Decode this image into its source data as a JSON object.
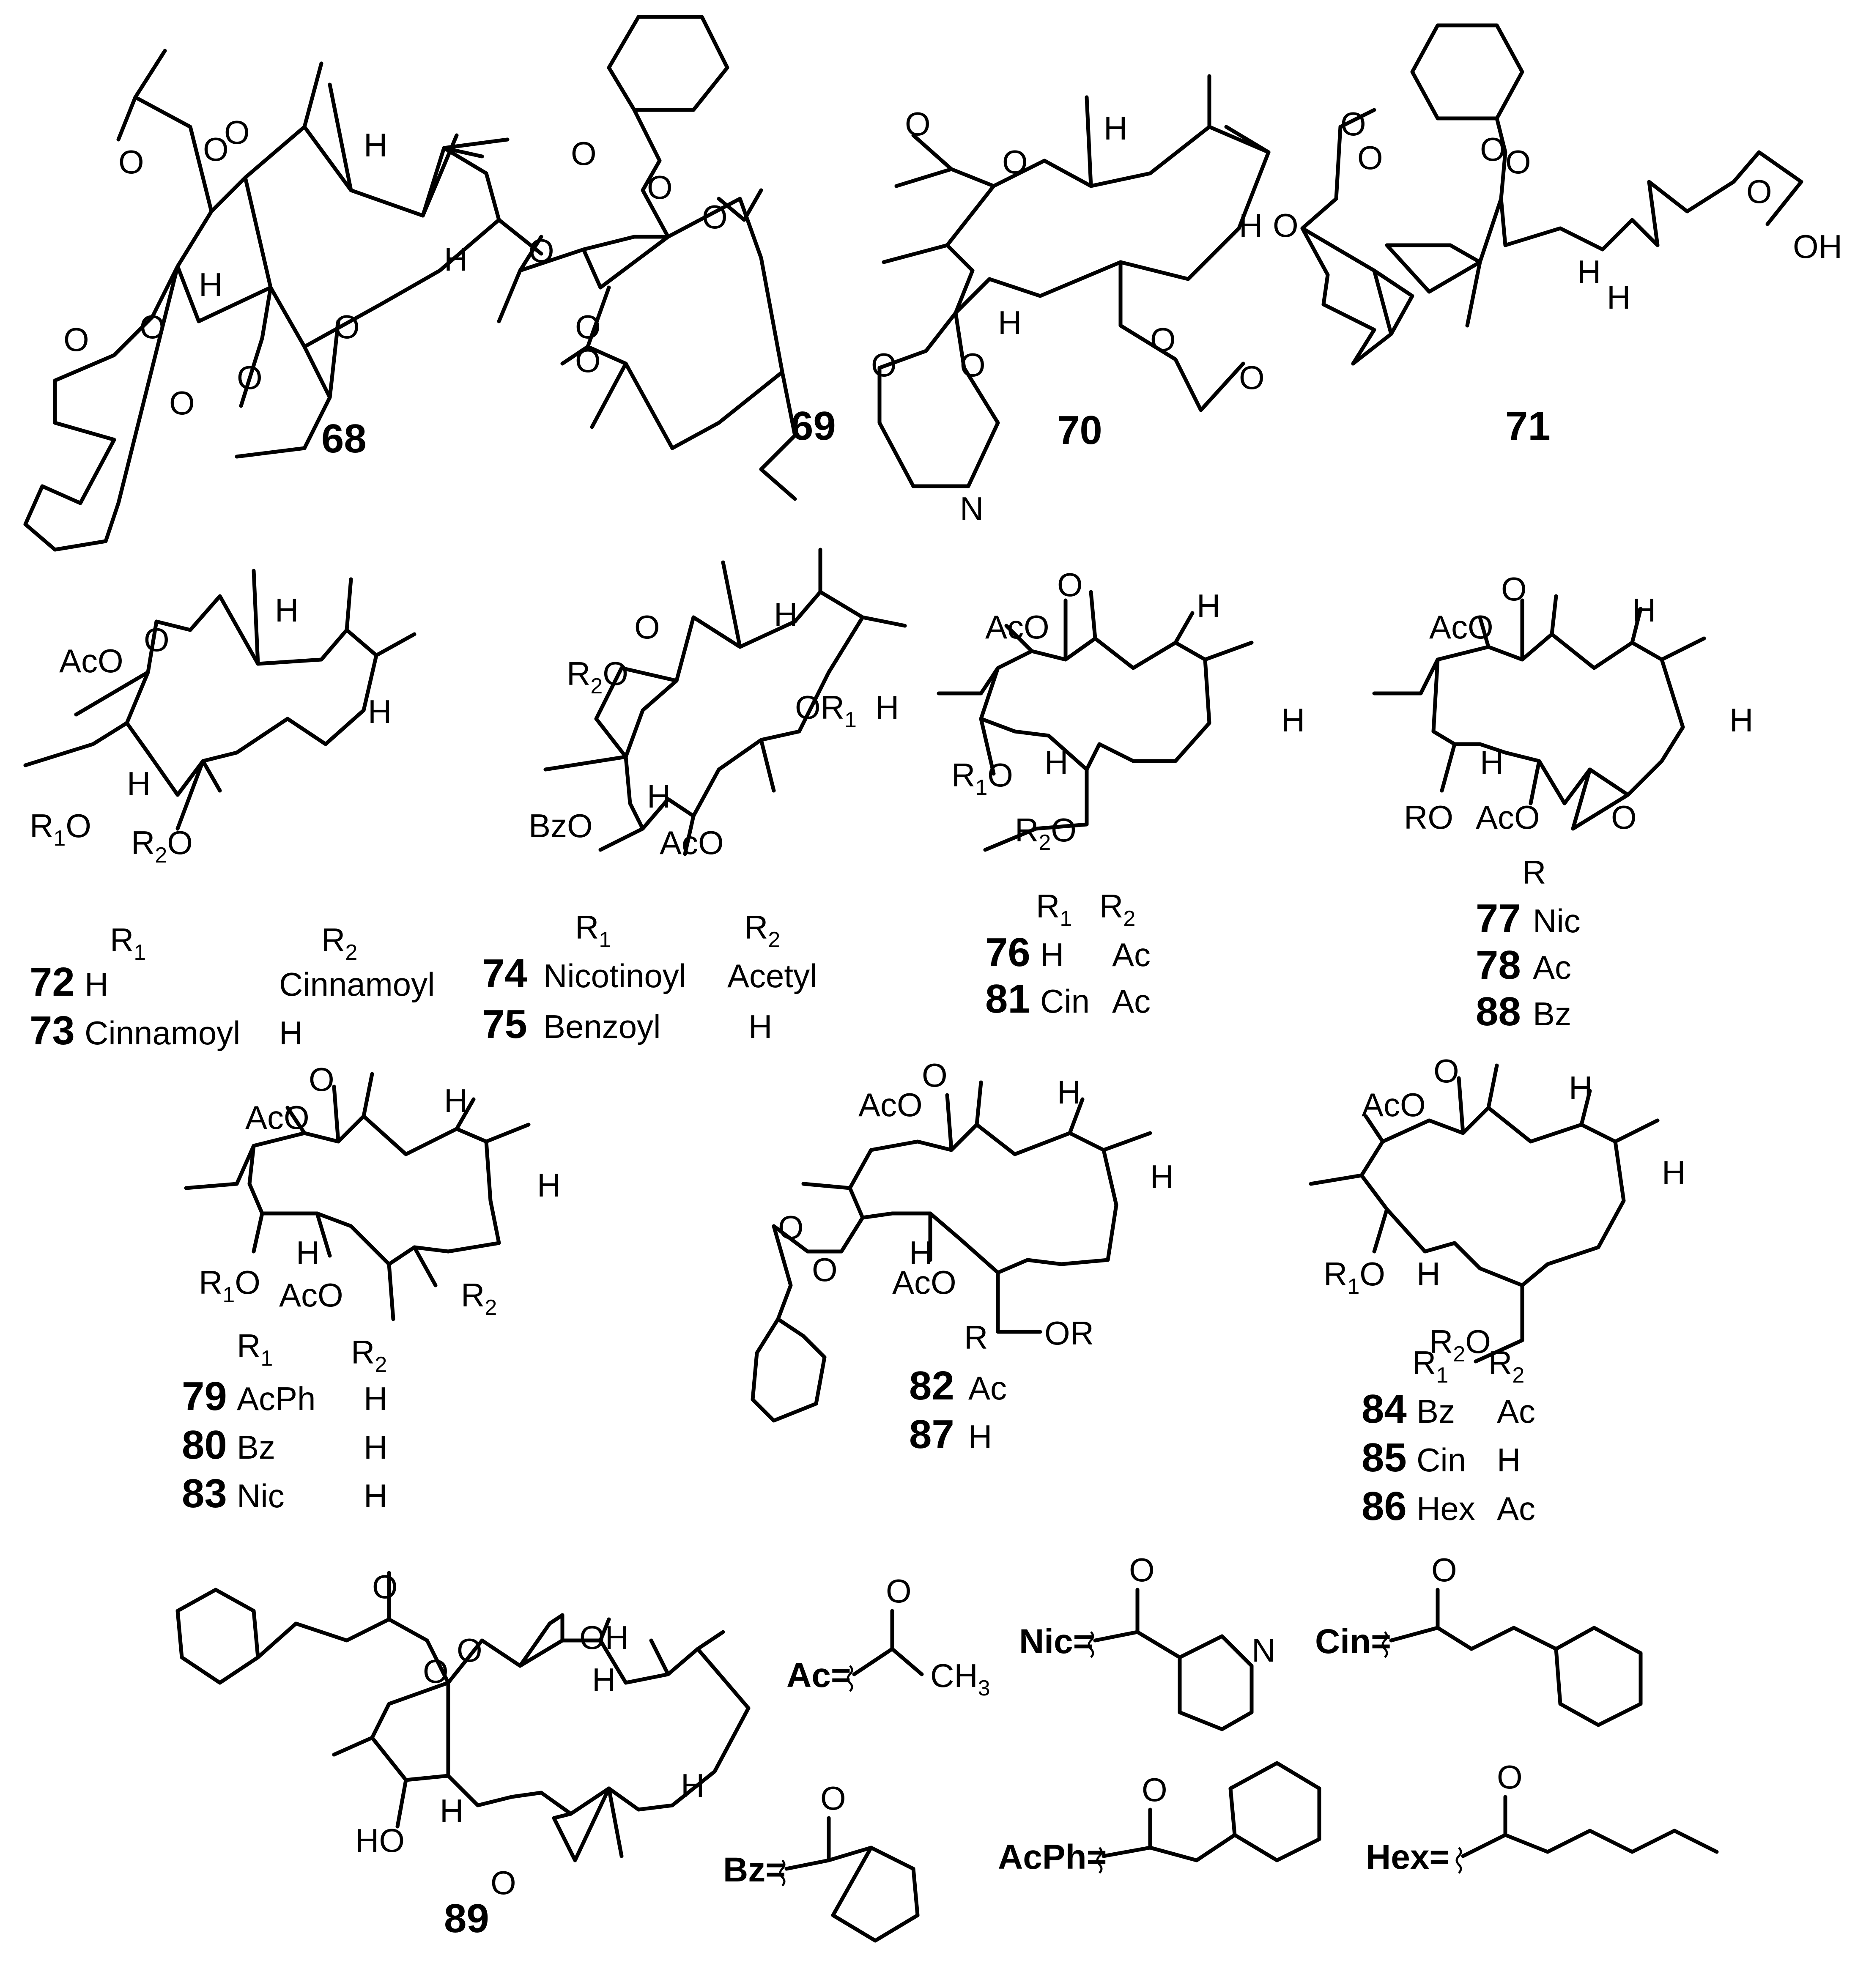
{
  "compound_numbers": {
    "c68": "68",
    "c69": "69",
    "c70": "70",
    "c71": "71",
    "c72": "72",
    "c73": "73",
    "c74": "74",
    "c75": "75",
    "c76": "76",
    "c81": "81",
    "c77": "77",
    "c78": "78",
    "c88": "88",
    "c79": "79",
    "c80": "80",
    "c83": "83",
    "c82": "82",
    "c87": "87",
    "c84": "84",
    "c85": "85",
    "c86": "86",
    "c89": "89"
  },
  "atoms": {
    "O": "O",
    "H": "H",
    "OH": "OH",
    "N": "N",
    "AcO": "AcO",
    "Bz": "Bz",
    "BzO": "BzO",
    "HO": "HO",
    "RO": "RO",
    "OR": "OR",
    "R": "R",
    "R1": "R",
    "R2": "R",
    "sub1": "1",
    "sub2": "2",
    "sub3": "3",
    "CH": "CH"
  },
  "tables": {
    "t72": {
      "h1": "R",
      "h2": "R",
      "rows": [
        {
          "id": "72",
          "r1": "H",
          "r2": "Cinnamoyl"
        },
        {
          "id": "73",
          "r1": "Cinnamoyl",
          "r2": "H"
        }
      ]
    },
    "t74": {
      "h1": "R",
      "h2": "R",
      "rows": [
        {
          "id": "74",
          "r1": "Nicotinoyl",
          "r2": "Acetyl"
        },
        {
          "id": "75",
          "r1": "Benzoyl",
          "r2": "H"
        }
      ]
    },
    "t76": {
      "h1": "R",
      "h2": "R",
      "rows": [
        {
          "id": "76",
          "r1": "H",
          "r2": "Ac"
        },
        {
          "id": "81",
          "r1": "Cin",
          "r2": "Ac"
        }
      ]
    },
    "t77": {
      "h": "R",
      "rows": [
        {
          "id": "77",
          "r": "Nic"
        },
        {
          "id": "78",
          "r": "Ac"
        },
        {
          "id": "88",
          "r": "Bz"
        }
      ]
    },
    "t79": {
      "h1": "R",
      "h2": "R",
      "rows": [
        {
          "id": "79",
          "r1": "AcPh",
          "r2": "H"
        },
        {
          "id": "80",
          "r1": "Bz",
          "r2": "H"
        },
        {
          "id": "83",
          "r1": "Nic",
          "r2": "H"
        }
      ]
    },
    "t82": {
      "h": "R",
      "rows": [
        {
          "id": "82",
          "r": "Ac"
        },
        {
          "id": "87",
          "r": "H"
        }
      ]
    },
    "t84": {
      "h1": "R",
      "h2": "R",
      "rows": [
        {
          "id": "84",
          "r1": "Bz",
          "r2": "Ac"
        },
        {
          "id": "85",
          "r1": "Cin",
          "r2": "H"
        },
        {
          "id": "86",
          "r1": "Hex",
          "r2": "Ac"
        }
      ]
    }
  },
  "legend": {
    "ac": "Ac=",
    "nic": "Nic=",
    "cin": "Cin=",
    "bz": "Bz=",
    "acph": "AcPh=",
    "hex": "Hex="
  }
}
